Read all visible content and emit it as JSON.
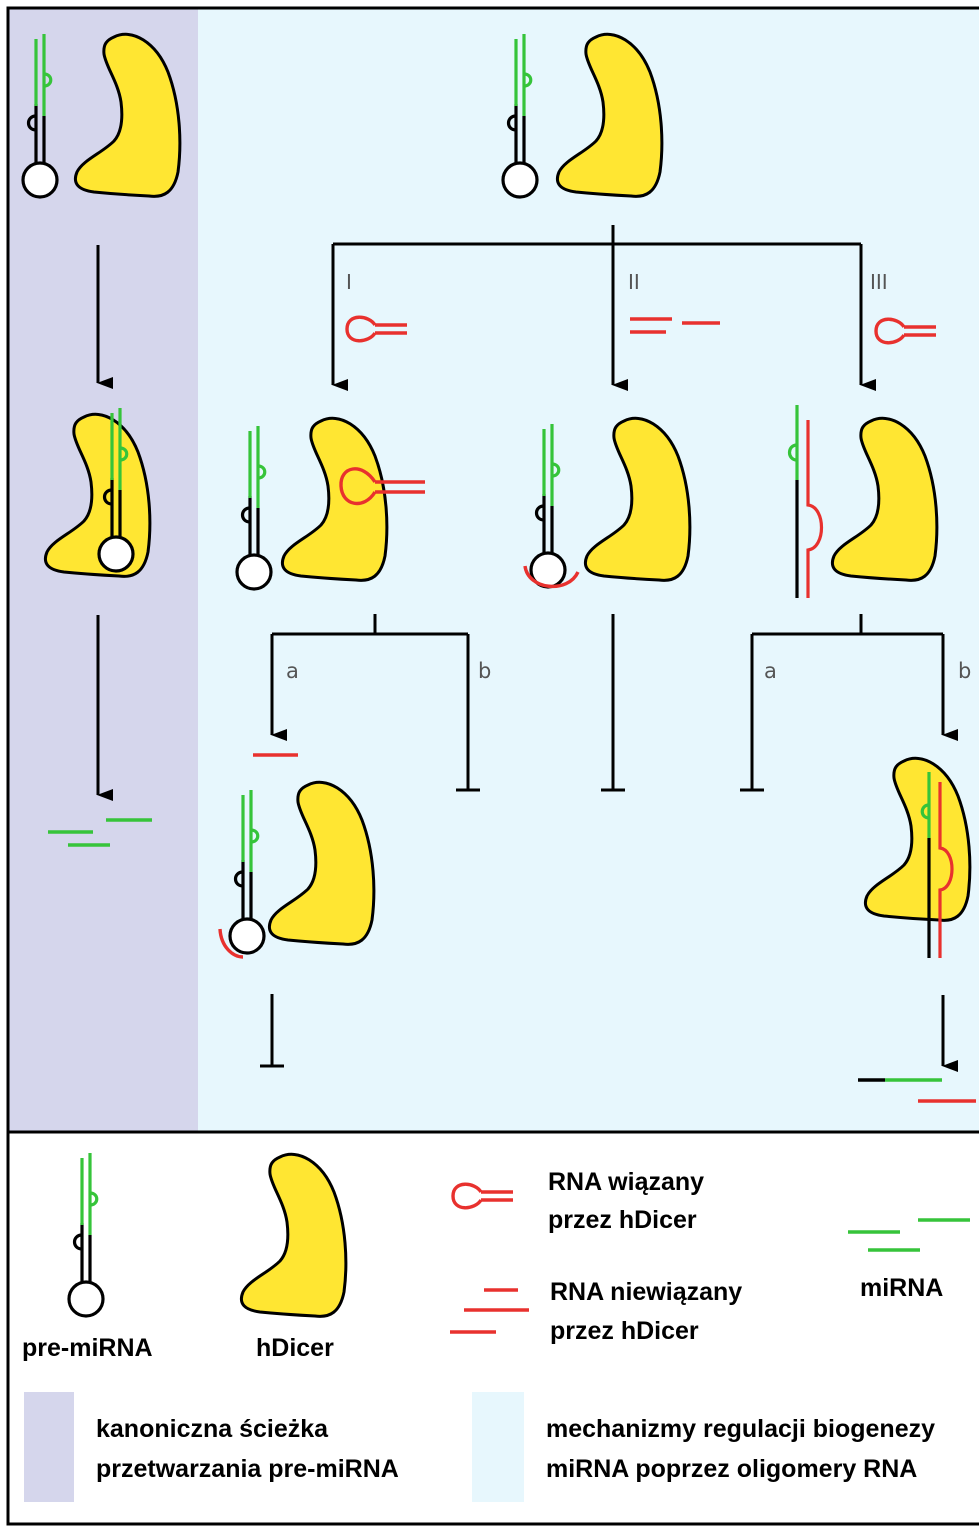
{
  "colors": {
    "canonical_bg": "#d5d6ec",
    "regulation_bg": "#e7f7fd",
    "dicer": "#ffe632",
    "mirna": "#36c43a",
    "bound_rna": "#e8312e",
    "strand": "#000000"
  },
  "pathways": {
    "I": "I",
    "II": "II",
    "III": "III"
  },
  "branches": {
    "I_a": "a",
    "I_b": "b",
    "III_a": "a",
    "III_b": "b"
  },
  "legend": {
    "pre_mirna": "pre-miRNA",
    "hdicer": "hDicer",
    "bound_line1": "RNA wiązany",
    "bound_line2": "przez hDicer",
    "unbound_line1": "RNA niewiązany",
    "unbound_line2": "przez hDicer",
    "mirna": "miRNA",
    "canonical_line1": "kanoniczna ścieżka",
    "canonical_line2": "przetwarzania pre-miRNA",
    "regulation_line1": "mechanizmy regulacji biogenezy",
    "regulation_line2": "miRNA poprzez oligomery RNA"
  }
}
